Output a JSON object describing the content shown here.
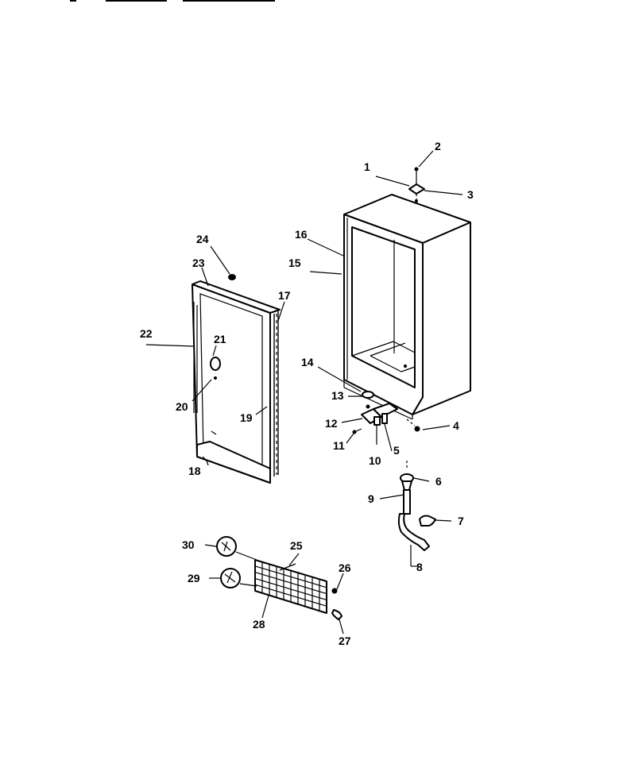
{
  "labels": {
    "l1": "1",
    "l2": "2",
    "l3": "3",
    "l4": "4",
    "l5": "5",
    "l6": "6",
    "l7": "7",
    "l8": "8",
    "l9": "9",
    "l10": "10",
    "l11": "11",
    "l12": "12",
    "l13": "13",
    "l14": "14",
    "l15": "15",
    "l16": "16",
    "l17": "17",
    "l18": "18",
    "l19": "19",
    "l20": "20",
    "l21": "21",
    "l22": "22",
    "l23": "23",
    "l24": "24",
    "l25": "25",
    "l26": "26",
    "l27": "27",
    "l28": "28",
    "l29": "29",
    "l30": "30"
  }
}
